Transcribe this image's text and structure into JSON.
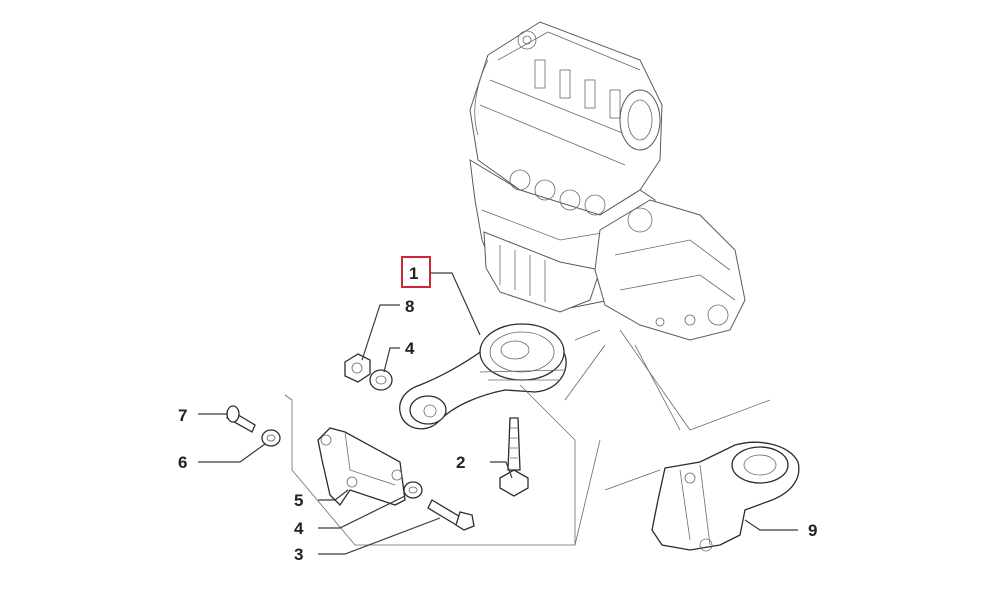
{
  "callouts": [
    {
      "id": "1",
      "text": "1",
      "highlighted": true
    },
    {
      "id": "8",
      "text": "8"
    },
    {
      "id": "4a",
      "text": "4"
    },
    {
      "id": "7",
      "text": "7"
    },
    {
      "id": "6",
      "text": "6"
    },
    {
      "id": "2",
      "text": "2"
    },
    {
      "id": "5",
      "text": "5"
    },
    {
      "id": "4b",
      "text": "4"
    },
    {
      "id": "3",
      "text": "3"
    },
    {
      "id": "9",
      "text": "9"
    }
  ],
  "colors": {
    "highlight_box": "#d0262c",
    "line": "#3a3a3a",
    "background": "#ffffff"
  }
}
